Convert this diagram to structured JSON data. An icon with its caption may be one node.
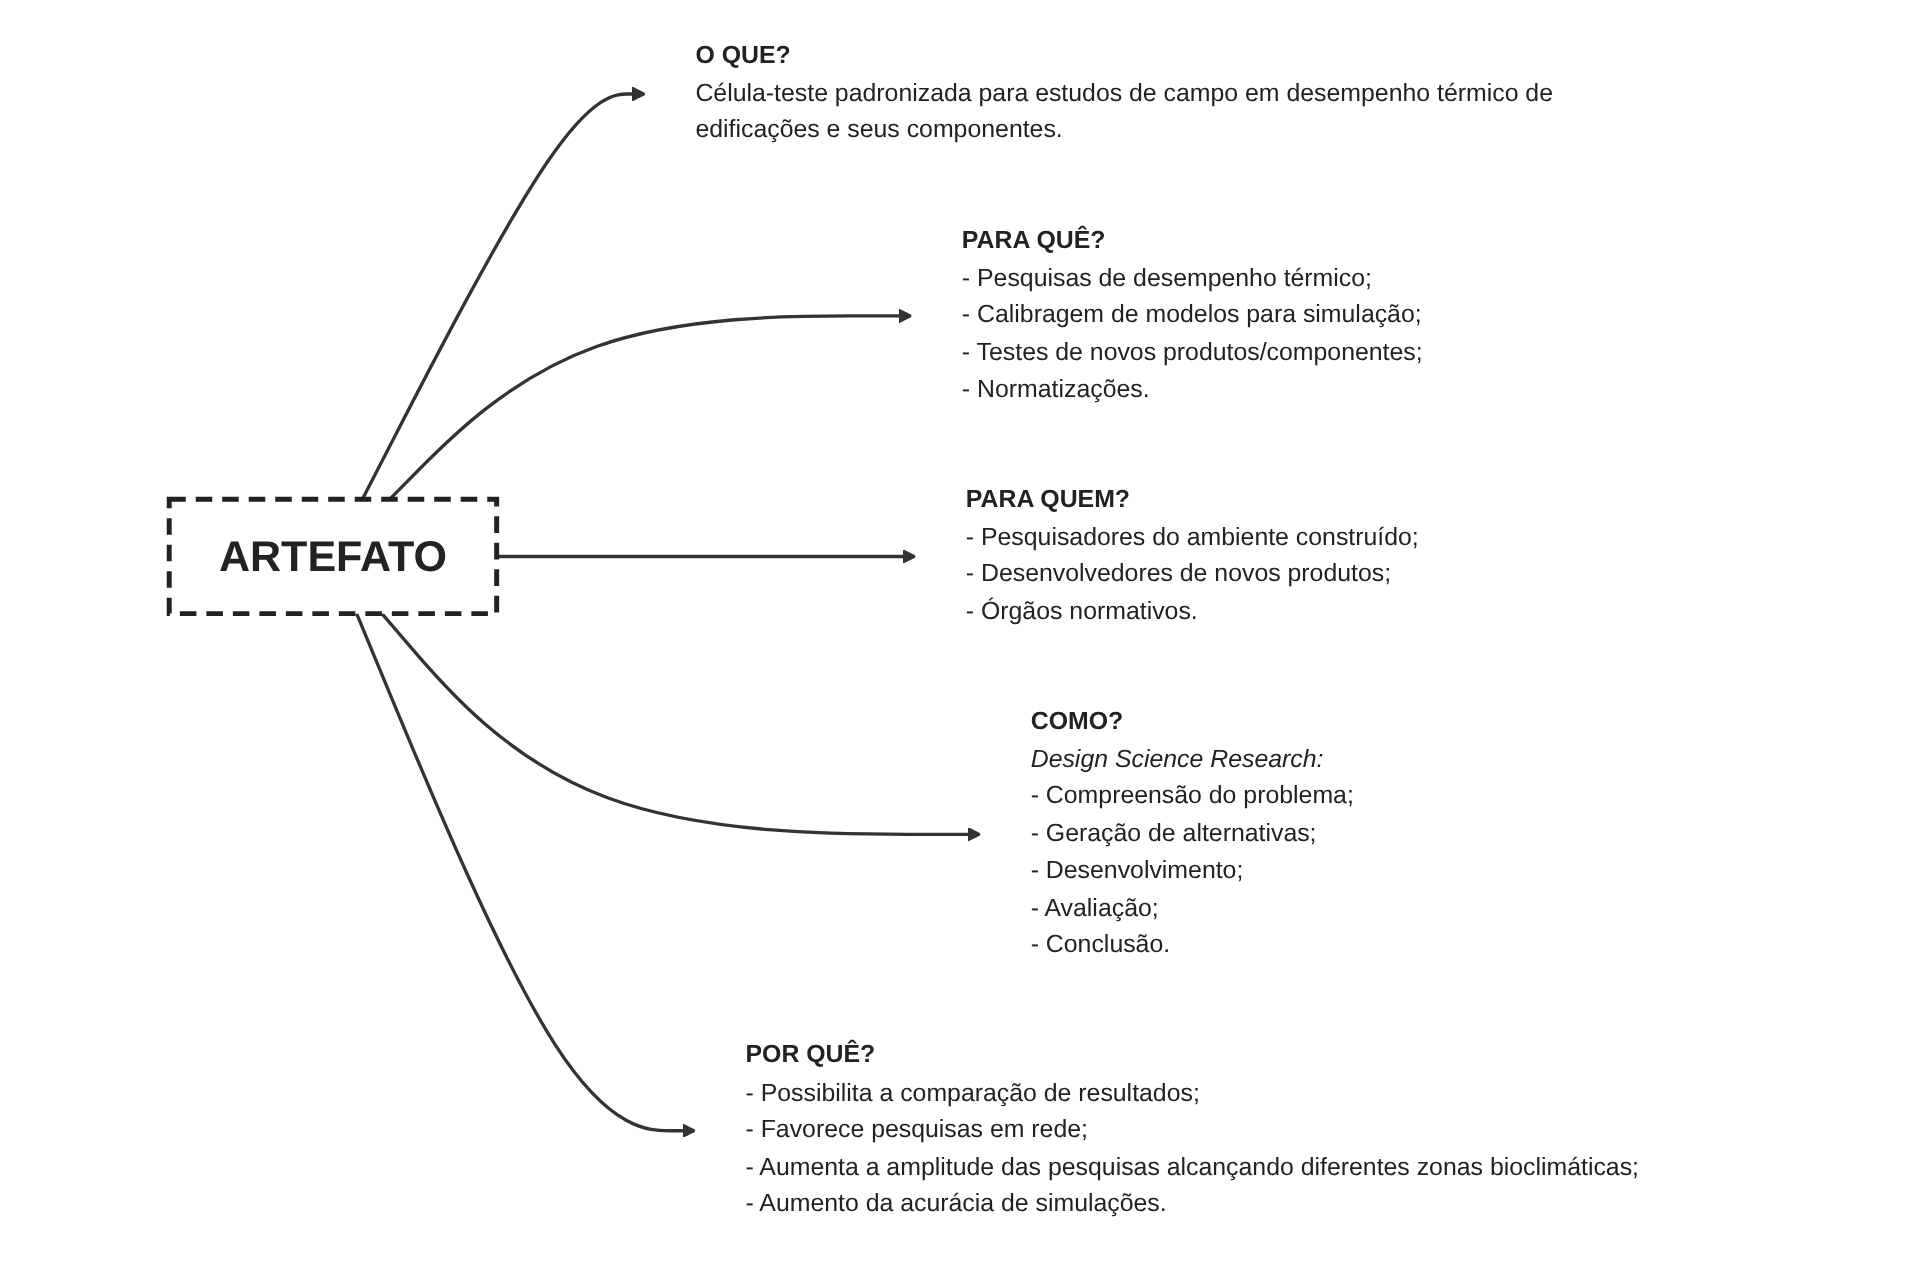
{
  "diagram": {
    "nodes": [
      {
        "text": [
          "O QUE?",
          "Célula-teste padronizada para estudos de campo em desempenho térmico de edificações e seus componentes."
        ]
      },
      {
        "text": [
          "PARA QUÊ?",
          "- Pesquisas de desempenho térmico;",
          "- Calibragem de modelos para simulação;",
          "- Testes de novos produtos/componentes;",
          "- Normatizações."
        ]
      },
      {
        "text": [
          "PARA QUEM?",
          "- Pesquisadores do ambiente construído;",
          "- Desenvolvedores de novos produtos;",
          "- Órgãos normativos."
        ]
      },
      {
        "text": [
          "COMO?",
          "Design Science Research:",
          "- Compreensão do problema;",
          "- Geração de alternativas;",
          "- Desenvolvimento;",
          "- Avaliação;",
          "- Conclusão."
        ]
      },
      {
        "text": [
          "ARTEFATO"
        ]
      },
      {
        "text": [
          "POR QUÊ?",
          "- Possibilita a comparação de resultados;",
          "- Favorece pesquisas em rede;",
          "- Aumenta a amplitude das pesquisas alcançando diferentes zonas bioclimáticas;",
          "- Aumento da acurácia de simulações."
        ]
      }
    ],
    "edges": [
      {
        "from": 4,
        "to": 0,
        "arrow": "to"
      },
      {
        "from": 4,
        "to": 1,
        "arrow": "to"
      },
      {
        "from": 4,
        "to": 2,
        "arrow": "to"
      },
      {
        "from": 4,
        "to": 3,
        "arrow": "to"
      },
      {
        "from": 4,
        "to": 5,
        "arrow": "to"
      }
    ]
  }
}
